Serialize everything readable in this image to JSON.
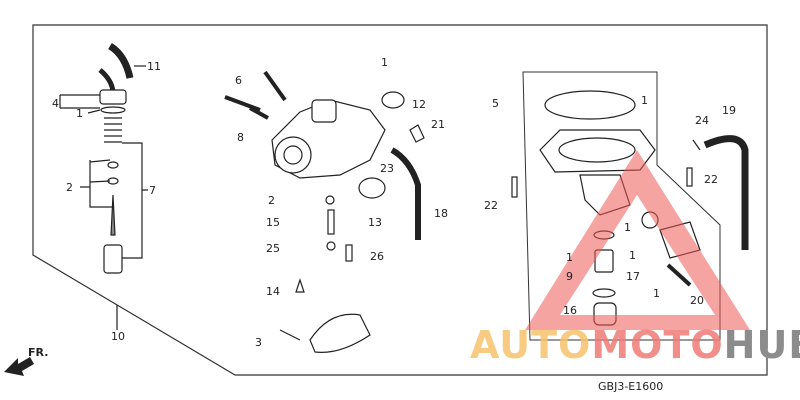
{
  "diagram_code": "GBJ3-E1600",
  "front_marker": "FR.",
  "callouts": [
    "11",
    "4",
    "1",
    "2",
    "7",
    "10",
    "6",
    "8",
    "1",
    "12",
    "21",
    "23",
    "18",
    "13",
    "2",
    "15",
    "25",
    "26",
    "14",
    "3",
    "5",
    "1",
    "22",
    "22",
    "24",
    "19",
    "1",
    "1",
    "9",
    "1",
    "17",
    "1",
    "20",
    "16"
  ],
  "watermark": {
    "parts": [
      {
        "text": "AUTO",
        "color": "#f6c36d"
      },
      {
        "text": "MOTO",
        "color": "#ef7b76"
      },
      {
        "text": "HUB",
        "color": "#8c8c8c"
      }
    ],
    "triangle_color": "#ee5a55"
  },
  "colors": {
    "line": "#222222",
    "background": "#ffffff"
  }
}
